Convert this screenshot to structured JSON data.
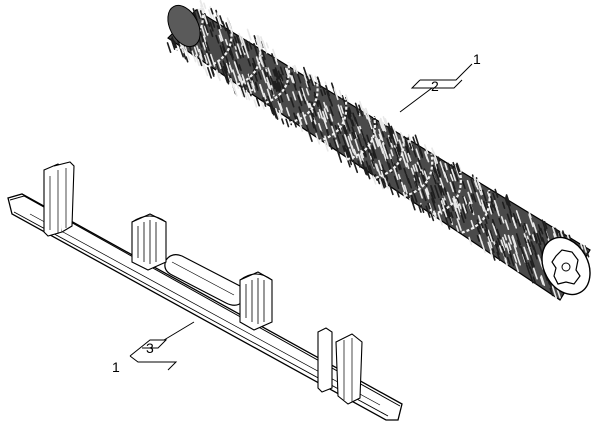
{
  "diagram": {
    "callouts": [
      {
        "id": "brush-roller",
        "ref": "1",
        "item": "2"
      },
      {
        "id": "squeegee-strip",
        "ref": "1",
        "item": "3"
      }
    ]
  },
  "colors": {
    "ink": "#000000",
    "bristle_dark": "#3a3a3a",
    "bristle_light": "#e8e8e8",
    "paper": "#ffffff"
  }
}
